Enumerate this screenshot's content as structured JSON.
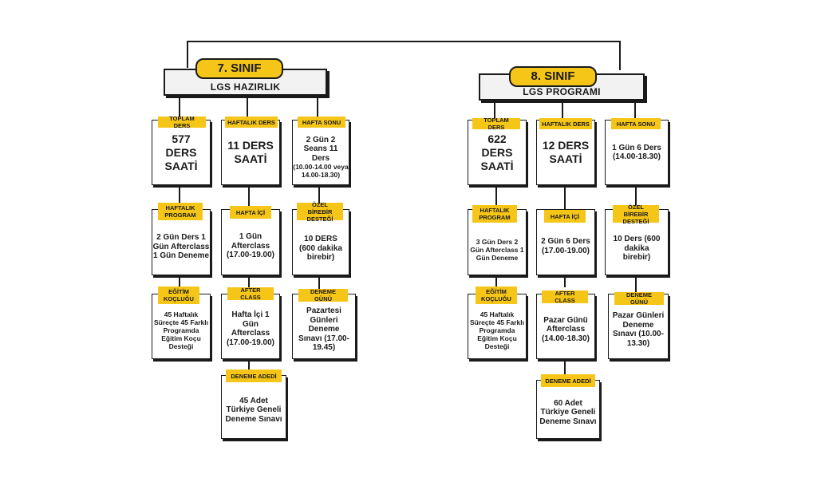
{
  "accent_color": "#f5c518",
  "grade7": {
    "title": "7. SINIF",
    "subtitle": "LGS HAZIRLIK",
    "columns": [
      [
        {
          "tag": "TOPLAM DERS",
          "text": "577 DERS SAATİ"
        },
        {
          "tag": "HAFTALIK PROGRAM",
          "text": "2 Gün Ders 1 Gün Afterclass 1 Gün Deneme"
        },
        {
          "tag": "EĞİTİM KOÇLUĞU",
          "text": "45 Haftalık Süreçte 45 Farklı Programda Eğitim Koçu Desteği"
        }
      ],
      [
        {
          "tag": "HAFTALIK DERS",
          "text": "11 DERS SAATİ"
        },
        {
          "tag": "HAFTA İÇİ",
          "text": "1 Gün Afterclass (17.00-19.00)"
        },
        {
          "tag": "AFTER CLASS",
          "text": "Hafta İçi 1 Gün Afterclass (17.00-19.00)"
        },
        {
          "tag": "DENEME ADEDİ",
          "text": "45 Adet Türkiye Geneli Deneme Sınavı"
        }
      ],
      [
        {
          "tag": "HAFTA SONU",
          "text": "2 Gün 2 Seans 11 Ders",
          "text2": "(10.00-14.00 veya 14.00-18.30)"
        },
        {
          "tag": "ÖZEL BİREBİR DESTEĞİ",
          "text": "10 DERS (600 dakika birebir)"
        },
        {
          "tag": "DENEME GÜNÜ",
          "text": "Pazartesi Günleri Deneme Sınavı (17.00-19.45)"
        }
      ]
    ]
  },
  "grade8": {
    "title": "8. SINIF",
    "subtitle": "LGS PROGRAMI",
    "columns": [
      [
        {
          "tag": "TOPLAM DERS",
          "text": "622 DERS SAATİ"
        },
        {
          "tag": "HAFTALIK PROGRAM",
          "text": "3 Gün Ders 2 Gün Afterclass 1 Gün Deneme"
        },
        {
          "tag": "EĞİTİM KOÇLUĞU",
          "text": "45 Haftalık Süreçte 45 Farklı Programda Eğitim Koçu Desteği"
        }
      ],
      [
        {
          "tag": "HAFTALIK DERS",
          "text": "12 DERS SAATİ"
        },
        {
          "tag": "HAFTA İÇİ",
          "text": "2 Gün 6 Ders (17.00-19.00)"
        },
        {
          "tag": "AFTER CLASS",
          "text": "Pazar Günü Afterclass (14.00-18.30)"
        },
        {
          "tag": "DENEME ADEDİ",
          "text": "60 Adet Türkiye Geneli Deneme Sınavı"
        }
      ],
      [
        {
          "tag": "HAFTA SONU",
          "text": "1 Gün 6 Ders (14.00-18.30)"
        },
        {
          "tag": "ÖZEL BİREBİR DESTEĞİ",
          "text": "10 Ders (600 dakika birebir)"
        },
        {
          "tag": "DENEME GÜNÜ",
          "text": "Pazar Günleri Deneme Sınavı (10.00-13.30)"
        }
      ]
    ]
  }
}
